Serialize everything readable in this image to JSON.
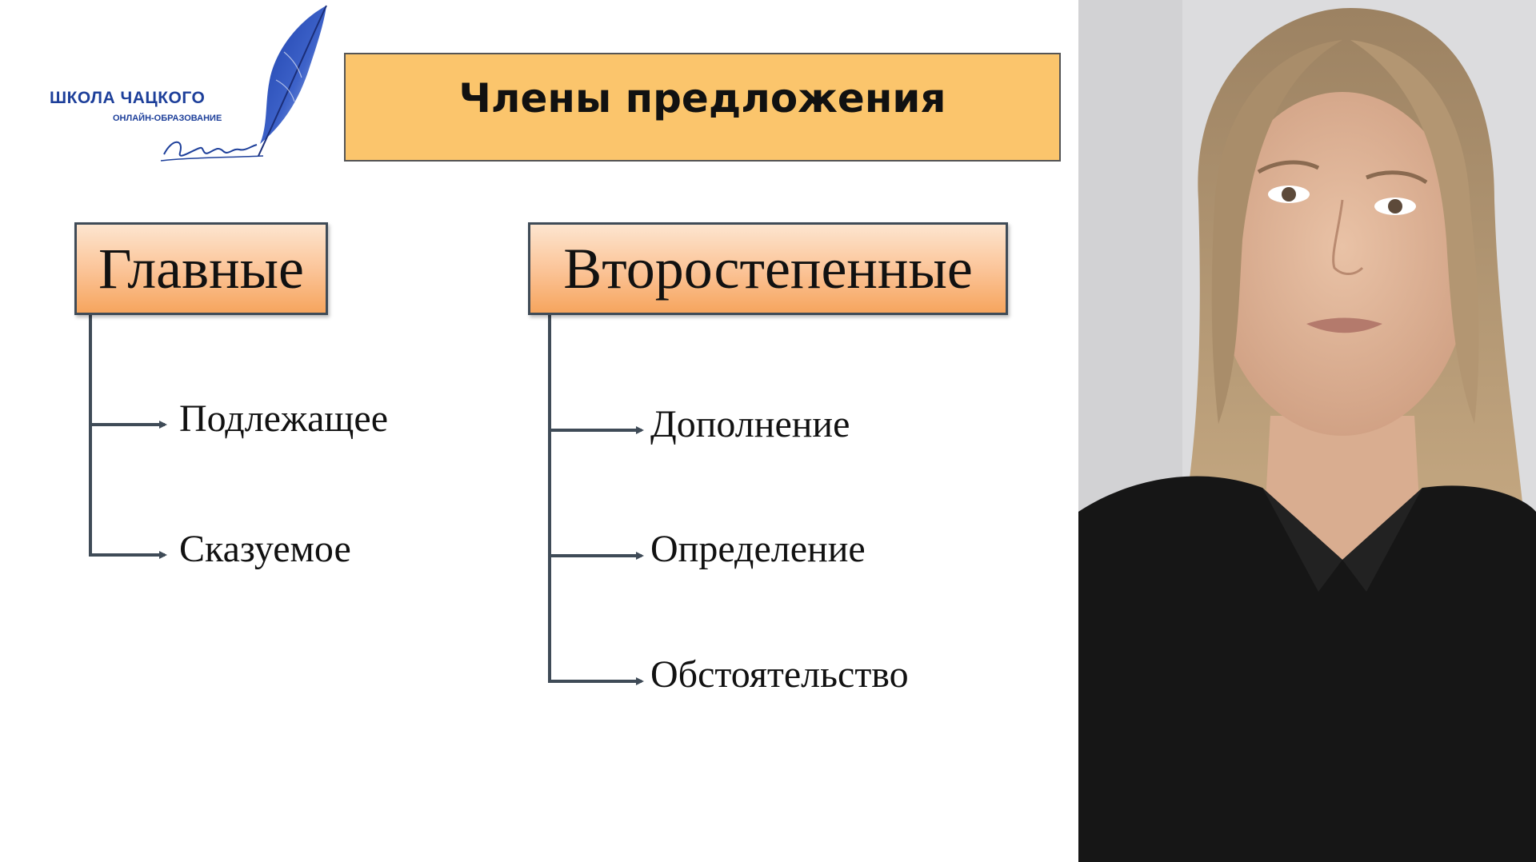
{
  "logo": {
    "line1": "ШКОЛА ЧАЦКОГО",
    "line2": "ОНЛАЙН-ОБРАЗОВАНИЕ",
    "signature": "Чацкий",
    "color": "#1d3f9a"
  },
  "title": "Члены предложения",
  "main": {
    "label": "Главные",
    "items": [
      "Подлежащее",
      "Сказуемое"
    ]
  },
  "secondary": {
    "label": "Второстепенные",
    "items": [
      "Дополнение",
      "Определение",
      "Обстоятельство"
    ]
  },
  "colors": {
    "banner": "#fbc56c",
    "box_gradient_top": "#fde5cf",
    "box_gradient_bottom": "#f6a55e",
    "connector": "#3f4b57"
  }
}
